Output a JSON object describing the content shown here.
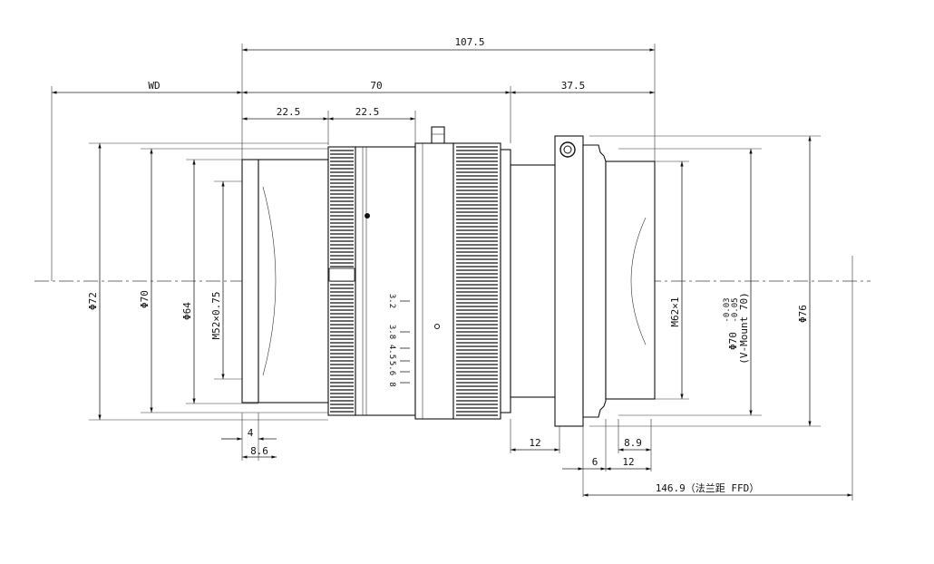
{
  "drawing": {
    "dimensions": {
      "total_length": "107.5",
      "working_distance": "WD",
      "body_length": "70",
      "rear_length": "37.5",
      "front_step_1": "22.5",
      "front_step_2": "22.5",
      "front_thin": "4",
      "front_thick": "8.6",
      "rear_step": "12",
      "mount_6": "6",
      "mount_12": "12",
      "mount_89": "8.9",
      "ffd": "146.9（法兰距 FFD）"
    },
    "diameters": {
      "d72": "Φ72",
      "d70": "Φ70",
      "d64": "Φ64",
      "filter_thread": "M52×0.75",
      "rear_thread": "M62×1",
      "mount_d70": "Φ70",
      "mount_tol_upper": "-0.03",
      "mount_tol_lower": "-0.05",
      "mount_name": "(V-Mount 70)",
      "d76": "Φ76"
    },
    "aperture_scale": [
      "3.2",
      "3.8",
      "4.5",
      "5.6",
      "8"
    ]
  }
}
